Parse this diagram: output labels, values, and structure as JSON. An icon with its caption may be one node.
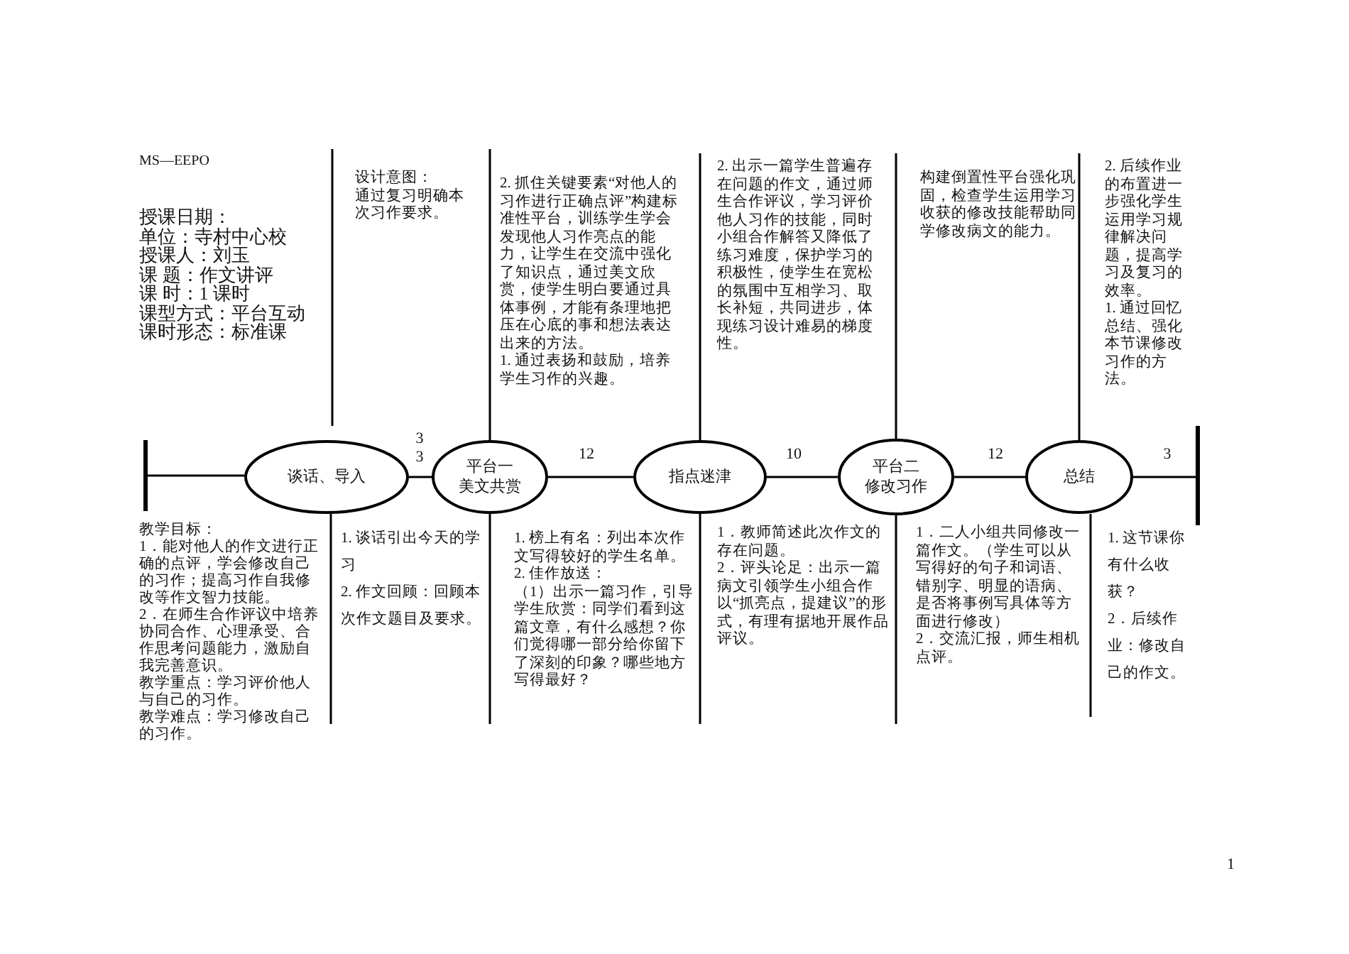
{
  "diagram": {
    "nodes": [
      {
        "text": [],
        "shape": "bar"
      },
      {
        "text": [
          "谈话、导入"
        ]
      },
      {
        "text": [
          "平台一",
          "美文共赏"
        ]
      },
      {
        "text": [
          "指点迷津"
        ]
      },
      {
        "text": [
          "平台二",
          "修改习作"
        ]
      },
      {
        "text": [
          "总结"
        ]
      },
      {
        "text": [],
        "shape": "bar"
      }
    ],
    "edges": [
      {
        "from": 0,
        "to": 1,
        "arrow": "none"
      },
      {
        "from": 1,
        "to": 2,
        "arrow": "none",
        "label": "3 3"
      },
      {
        "from": 2,
        "to": 3,
        "arrow": "none",
        "label": "12"
      },
      {
        "from": 3,
        "to": 4,
        "arrow": "none",
        "label": "10"
      },
      {
        "from": 4,
        "to": 5,
        "arrow": "none",
        "label": "12"
      },
      {
        "from": 5,
        "to": 6,
        "arrow": "none",
        "label": "3"
      }
    ],
    "labels": [
      "MS—EEPO",
      "授课日期：",
      "单位：寺村中心校",
      "授课人：刘玉",
      "课 题：作文讲评",
      "课 时：1 课时",
      "课型方式：平台互动",
      "课时形态：标准课",
      "设计意图：",
      "通过复习明确本次习作要求。",
      "2. 抓住关键要素“对他人的习作进行正确点评”构建标准性平台，训练学生学会发现他人习作亮点的能力，让学生在交流中强化了知识点，通过美文欣赏，使学生明白要通过具体事例，才能有条理地把压在心底的事和想法表达出来的方法。",
      "1. 通过表扬和鼓励，培养学生习作的兴趣。",
      "2. 出示一篇学生普遍存在问题的作文，通过师生合作评议，学习评价他人习作的技能，同时小组合作解答又降低了练习难度，保护学习的积极性，使学生在宽松的氛围中互相学习、取长补短，共同进步，体现练习设计难易的梯度性。",
      "构建倒置性平台强化巩固，检查学生运用学习收获的修改技能帮助同学修改病文的能力。",
      "2. 后续作业的布置进一步强化学生运用学习规律解决问题，提高学习及复习的效率。",
      "1. 通过回忆总结、强化本节课修改习作的方法。",
      "教学目标：",
      "1．能对他人的作文进行正确的点评，学会修改自己的习作；提高习作自我修改等作文智力技能。",
      "2．在师生合作评议中培养协同合作、心理承受、合作思考问题能力，激励自我完善意识。",
      "教学重点：学习评价他人与自己的习作。",
      "教学难点：学习修改自己的习作。",
      "1. 谈话引出今天的学习",
      "2. 作文回顾：回顾本次作文题目及要求。",
      "1. 榜上有名：列出本次作文写得较好的学生名单。",
      "2. 佳作放送：",
      "（1）出示一篇习作，引导学生欣赏：同学们看到这篇文章，有什么感想？你们觉得哪一部分给你留下了深刻的印象？哪些地方写得最好？",
      "1．教师简述此次作文的存在问题。",
      "2．评头论足：出示一篇病文引领学生小组合作以“抓亮点，提建议”的形式，有理有据地开展作品评议。",
      "1．二人小组共同修改一篇作文。（学生可以从写得好的句子和词语、错别字、明显的语病、是否将事例写具体等方面进行修改）",
      "2．交流汇报，师生相机点评。",
      "1. 这节课你有什么收获？",
      "2．后续作业：修改自己的作文。",
      "1"
    ]
  }
}
